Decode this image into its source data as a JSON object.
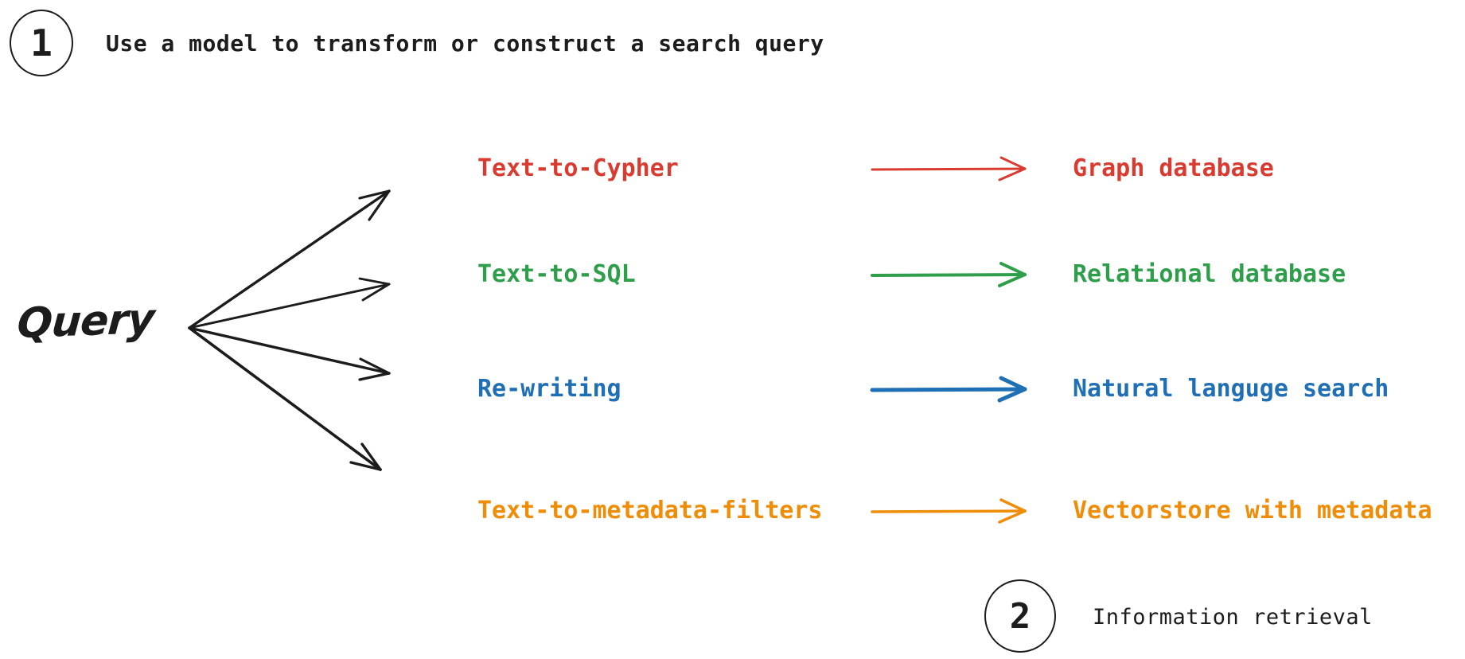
{
  "steps": [
    {
      "number": "1",
      "text": "Use a model to transform or construct a search query"
    },
    {
      "number": "2",
      "text": "Information retrieval"
    }
  ],
  "source": {
    "label": "Query",
    "branch_count": 4,
    "branch_color": "#1c1c1c"
  },
  "rows": [
    {
      "method": "Text-to-Cypher",
      "target": "Graph database",
      "color": "#d93b30",
      "arrow_width": 3.0
    },
    {
      "method": "Text-to-SQL",
      "target": "Relational database",
      "color": "#2e9e4b",
      "arrow_width": 4.0
    },
    {
      "method": "Re-writing",
      "target": "Natural languge search",
      "color": "#1f6fb5",
      "arrow_width": 5.0
    },
    {
      "method": "Text-to-metadata-filters",
      "target": "Vectorstore with metadata",
      "color": "#ef8c08",
      "arrow_width": 3.5
    }
  ],
  "icons": {
    "branch_arrow": "arrow-right-icon",
    "row_arrow": "arrow-right-icon"
  },
  "palette": {
    "background": "#ffffff",
    "ink": "#1c1c1c",
    "red": "#d93b30",
    "green": "#2e9e4b",
    "blue": "#1f6fb5",
    "orange": "#ef8c08"
  }
}
